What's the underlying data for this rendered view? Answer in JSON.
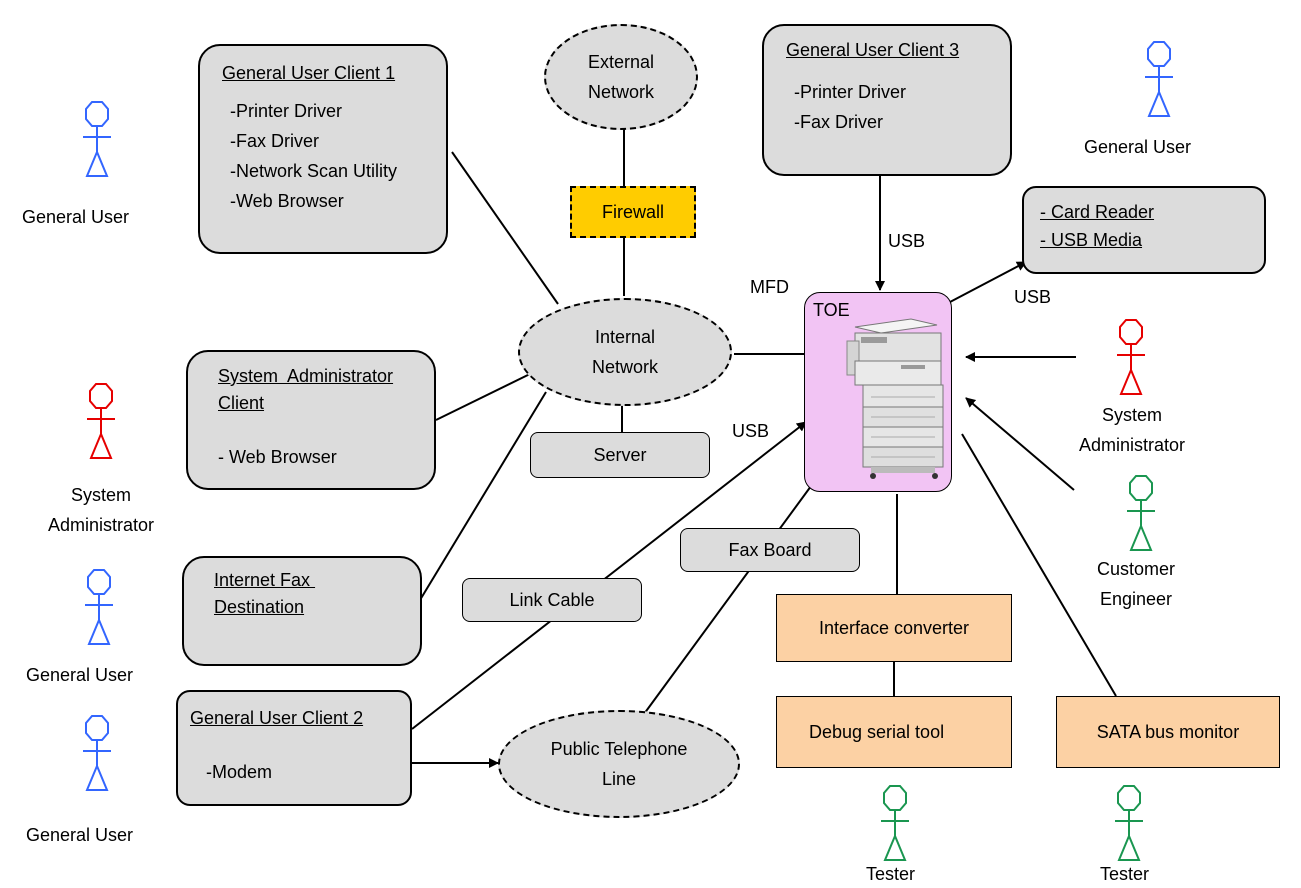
{
  "clients": {
    "client1": {
      "title": "General User Client 1",
      "lines": [
        "-Printer Driver",
        "-Fax Driver",
        "-Network Scan Utility",
        "-Web Browser"
      ]
    },
    "client3": {
      "title": "General User Client 3",
      "lines": [
        "-Printer Driver",
        "-Fax Driver"
      ]
    },
    "admin_client": {
      "title_1": "System  Administrator",
      "title_2": "Client",
      "lines": [
        "- Web Browser"
      ]
    },
    "internet_fax": {
      "title_1": "Internet Fax ",
      "title_2": "Destination"
    },
    "client2": {
      "title": "General User Client 2",
      "lines": [
        "-Modem"
      ]
    },
    "media": {
      "lines": [
        "- Card Reader",
        "- USB Media"
      ]
    }
  },
  "networks": {
    "external": [
      "External",
      "Network"
    ],
    "internal": [
      "Internal",
      "Network"
    ],
    "phone": [
      "Public Telephone",
      "Line"
    ]
  },
  "components": {
    "firewall": "Firewall",
    "server": "Server",
    "link_cable": "Link Cable",
    "fax_board": "Fax Board",
    "interface_converter": "Interface converter",
    "debug_serial": "Debug serial tool",
    "sata_monitor": "SATA bus monitor"
  },
  "labels": {
    "mfd": "MFD",
    "toe": "TOE",
    "usb_top": "USB",
    "usb_media": "USB",
    "usb_link": "USB"
  },
  "actors": {
    "user_top_left": "General User",
    "admin_left": [
      "System",
      "Administrator"
    ],
    "user_mid_left": "General User",
    "user_bottom_left": "General User",
    "user_top_right": "General User",
    "admin_right": [
      "System",
      "Administrator"
    ],
    "engineer": [
      "Customer",
      "Engineer"
    ],
    "tester_1": "Tester",
    "tester_2": "Tester"
  },
  "colors": {
    "general_user": "#3366ff",
    "administrator": "#e60000",
    "engineer_tester": "#1a9650",
    "toe_fill": "#f2c4f4",
    "orange_fill": "#fcd1a4",
    "firewall_fill": "#ffcc00",
    "node_fill": "#dcdcdc"
  }
}
